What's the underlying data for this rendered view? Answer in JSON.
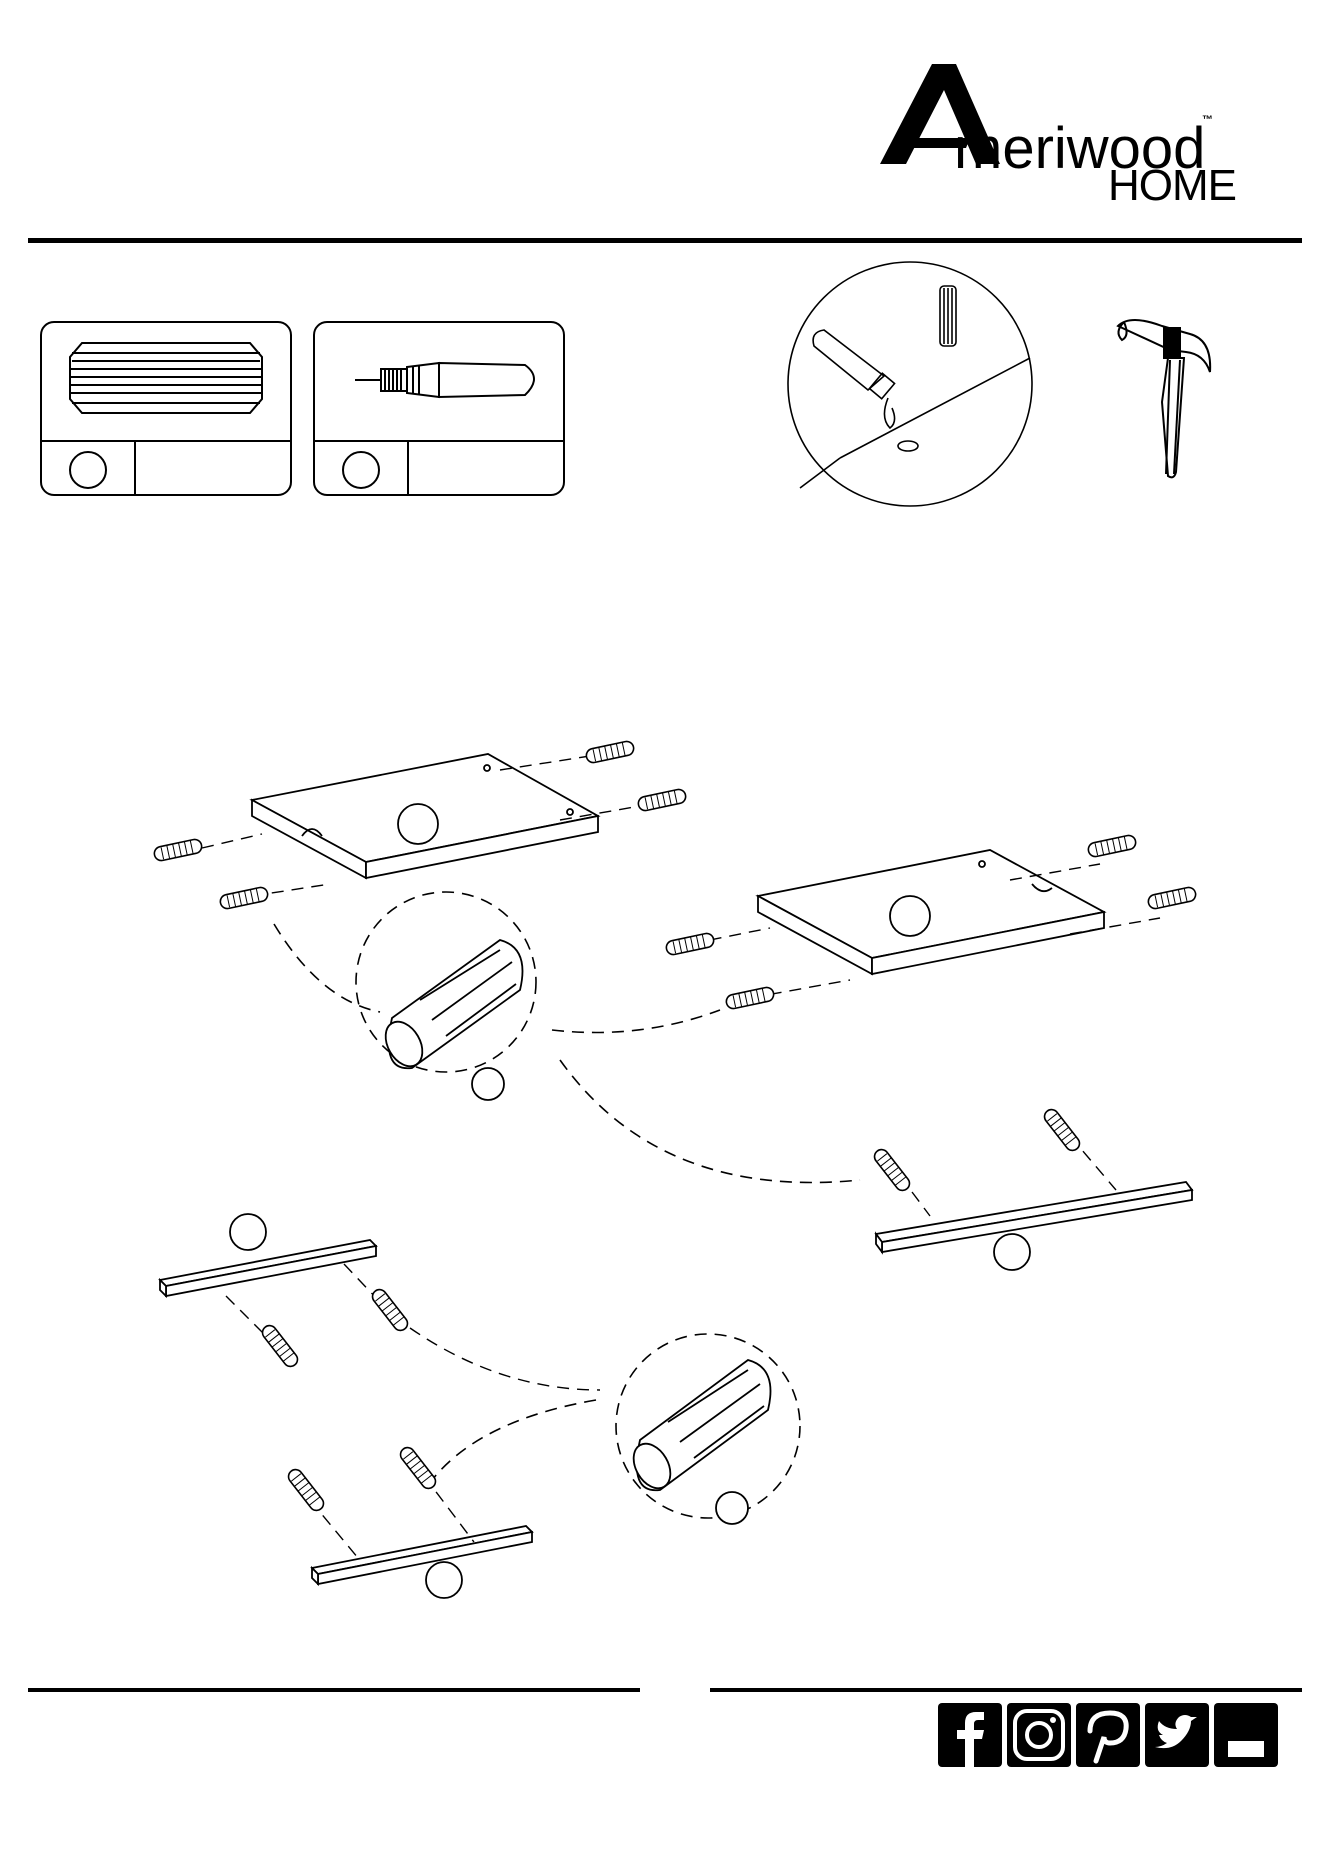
{
  "brand": {
    "name_initial": "A",
    "name_rest": "meriwood",
    "trademark": "™",
    "sub": "HOME"
  },
  "hardware": [
    {
      "name": "fluted-dowel",
      "icon": "dowel-icon",
      "id": "",
      "qty": ""
    },
    {
      "name": "glue-bottle",
      "icon": "glue-bottle-icon",
      "id": "",
      "qty": ""
    }
  ],
  "tools": [
    {
      "icon": "glue-dowel-detail-icon"
    },
    {
      "icon": "hammer-icon"
    }
  ],
  "parts": [
    {
      "icon": "top-panel-left-icon"
    },
    {
      "icon": "top-panel-right-icon"
    },
    {
      "icon": "rail-right-icon"
    },
    {
      "icon": "rail-left-icon"
    },
    {
      "icon": "rail-bottom-icon"
    }
  ],
  "social": [
    {
      "icon": "facebook-icon"
    },
    {
      "icon": "instagram-icon"
    },
    {
      "icon": "pinterest-icon"
    },
    {
      "icon": "twitter-icon"
    },
    {
      "icon": "youtube-icon"
    }
  ]
}
